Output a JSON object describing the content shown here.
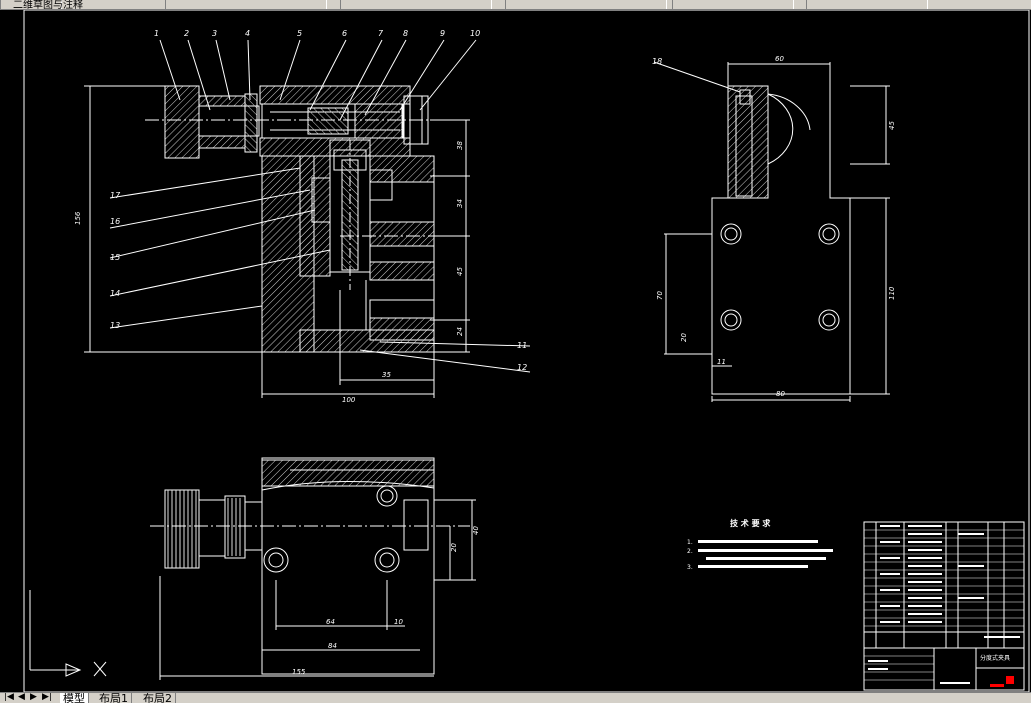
{
  "toolbar": {
    "workspace_label": "二维草图与注释",
    "dropdowns": [
      "",
      "",
      "",
      "",
      "",
      ""
    ]
  },
  "tabs": [
    "模型",
    "布局1",
    "布局2"
  ],
  "callouts": [
    "1",
    "2",
    "3",
    "4",
    "5",
    "6",
    "7",
    "8",
    "9",
    "10",
    "11",
    "12",
    "13",
    "14",
    "15",
    "16",
    "17",
    "18"
  ],
  "dims": {
    "front_total_height": "156",
    "front_v1": "38",
    "front_v2": "34",
    "front_v3": "45",
    "front_v4": "24",
    "front_h1": "35",
    "front_h2": "100",
    "side_top": "60",
    "side_45": "45",
    "side_110": "110",
    "side_70": "70",
    "side_20": "20",
    "side_11": "11",
    "side_80": "80",
    "top_40": "40",
    "top_20": "20",
    "top_64": "64",
    "top_10": "10",
    "top_84": "84",
    "top_155": "155"
  },
  "notes": {
    "title": "技 术 要 求",
    "items": [
      "1.",
      "2.",
      "3."
    ]
  },
  "title_block": {
    "drawing_name": "分度式夹具"
  },
  "colors": {
    "background": "#000000",
    "line": "#ffffff",
    "hatch": "#d0d0d0",
    "red_mark": "#ff0000",
    "ui_gray": "#d4d0c8"
  }
}
